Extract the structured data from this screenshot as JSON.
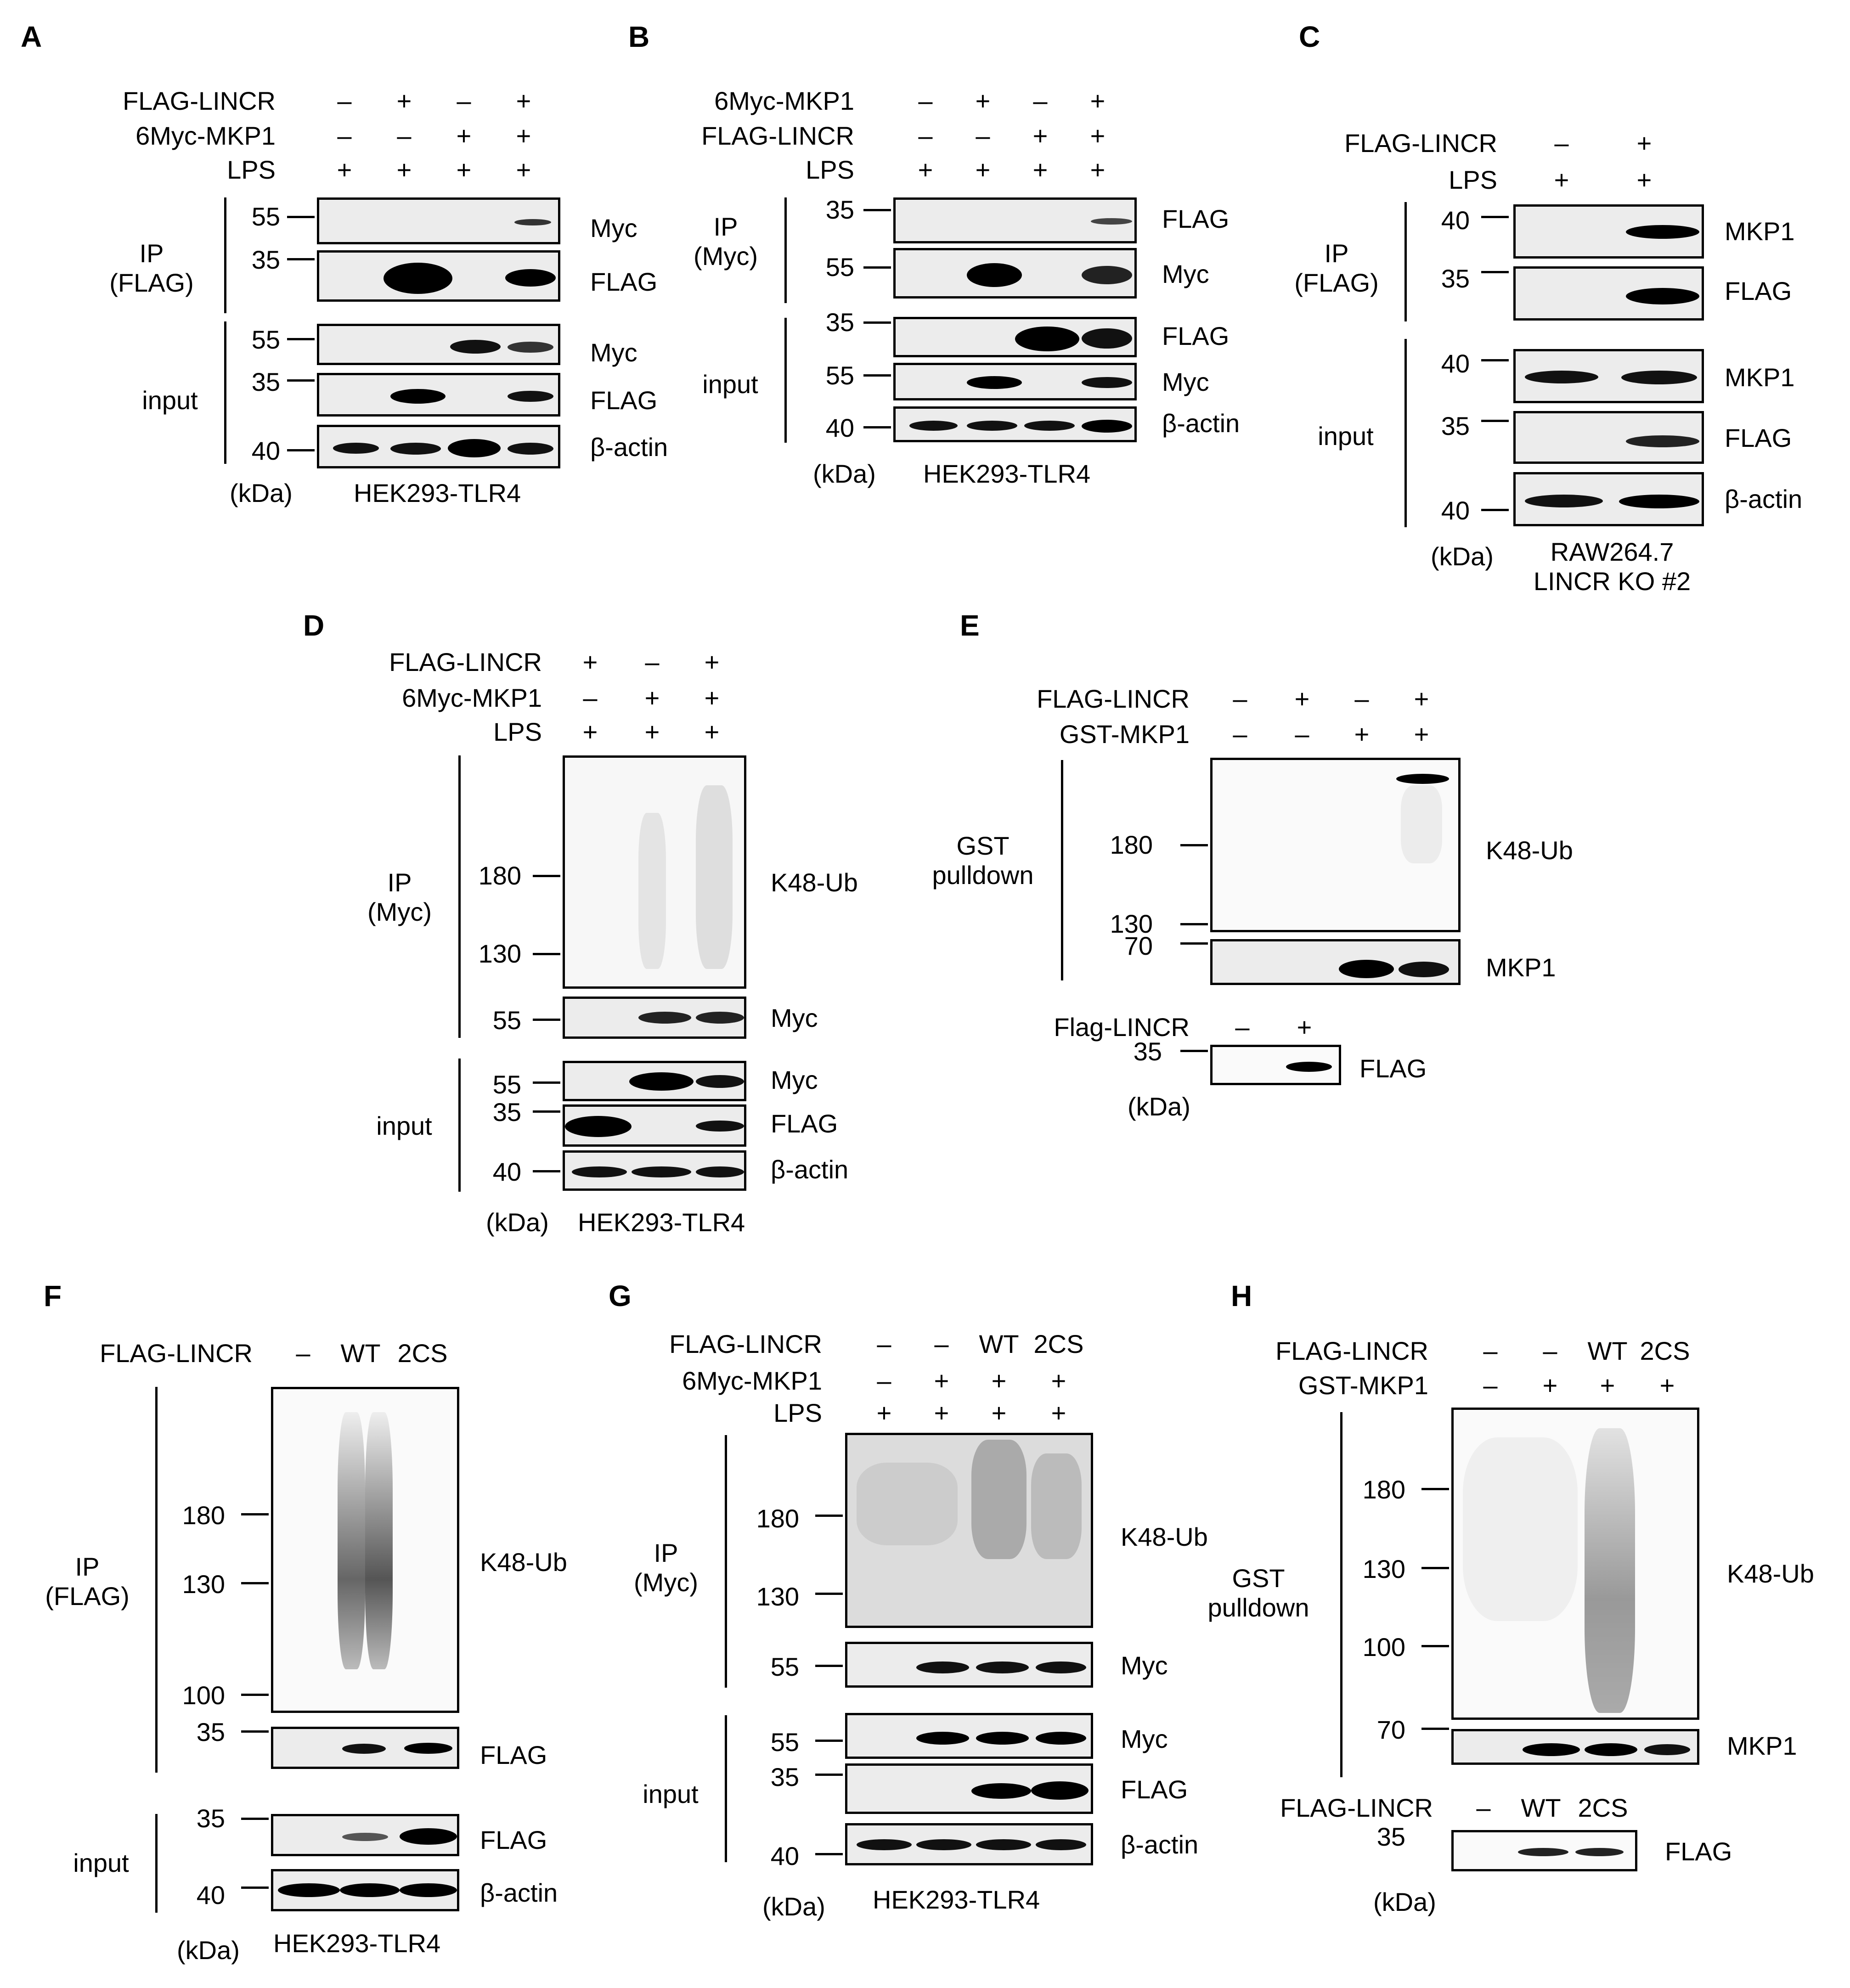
{
  "panels": {
    "A": {
      "letter": "A",
      "rows": [
        {
          "label": "FLAG-LINCR",
          "signs": [
            "–",
            "+",
            "–",
            "+"
          ]
        },
        {
          "label": "6Myc-MKP1",
          "signs": [
            "–",
            "–",
            "+",
            "+"
          ]
        },
        {
          "label": "LPS",
          "signs": [
            "+",
            "+",
            "+",
            "+"
          ]
        }
      ],
      "groups": [
        {
          "label": "IP\n(FLAG)"
        },
        {
          "label": "input"
        }
      ],
      "blots": [
        {
          "marker": "55",
          "antibody": "Myc"
        },
        {
          "marker": "35",
          "antibody": "FLAG"
        },
        {
          "marker": "55",
          "antibody": "Myc"
        },
        {
          "marker": "35",
          "antibody": "FLAG"
        },
        {
          "marker": "40",
          "antibody": "β-actin"
        }
      ],
      "unit": "(kDa)",
      "cell_line": "HEK293-TLR4"
    },
    "B": {
      "letter": "B",
      "rows": [
        {
          "label": "6Myc-MKP1",
          "signs": [
            "–",
            "+",
            "–",
            "+"
          ]
        },
        {
          "label": "FLAG-LINCR",
          "signs": [
            "–",
            "–",
            "+",
            "+"
          ]
        },
        {
          "label": "LPS",
          "signs": [
            "+",
            "+",
            "+",
            "+"
          ]
        }
      ],
      "groups": [
        {
          "label": "IP\n(Myc)"
        },
        {
          "label": "input"
        }
      ],
      "blots": [
        {
          "marker": "35",
          "antibody": "FLAG"
        },
        {
          "marker": "55",
          "antibody": "Myc"
        },
        {
          "marker": "35",
          "antibody": "FLAG"
        },
        {
          "marker": "55",
          "antibody": "Myc"
        },
        {
          "marker": "40",
          "antibody": "β-actin"
        }
      ],
      "unit": "(kDa)",
      "cell_line": "HEK293-TLR4"
    },
    "C": {
      "letter": "C",
      "rows": [
        {
          "label": "FLAG-LINCR",
          "signs": [
            "–",
            "+"
          ]
        },
        {
          "label": "LPS",
          "signs": [
            "+",
            "+"
          ]
        }
      ],
      "groups": [
        {
          "label": "IP\n(FLAG)"
        },
        {
          "label": "input"
        }
      ],
      "blots": [
        {
          "marker": "40",
          "antibody": "MKP1"
        },
        {
          "marker": "35",
          "antibody": "FLAG"
        },
        {
          "marker": "40",
          "antibody": "MKP1"
        },
        {
          "marker": "35",
          "antibody": "FLAG"
        },
        {
          "marker": "40",
          "antibody": "β-actin"
        }
      ],
      "unit": "(kDa)",
      "cell_line": "RAW264.7\nLINCR KO #2"
    },
    "D": {
      "letter": "D",
      "rows": [
        {
          "label": "FLAG-LINCR",
          "signs": [
            "+",
            "–",
            "+"
          ]
        },
        {
          "label": "6Myc-MKP1",
          "signs": [
            "–",
            "+",
            "+"
          ]
        },
        {
          "label": "LPS",
          "signs": [
            "+",
            "+",
            "+"
          ]
        }
      ],
      "groups": [
        {
          "label": "IP\n(Myc)"
        },
        {
          "label": "input"
        }
      ],
      "k48_markers": [
        "180",
        "130"
      ],
      "blots": [
        {
          "marker": "",
          "antibody": "K48-Ub"
        },
        {
          "marker": "55",
          "antibody": "Myc"
        },
        {
          "marker": "55",
          "antibody": "Myc"
        },
        {
          "marker": "35",
          "antibody": "FLAG"
        },
        {
          "marker": "40",
          "antibody": "β-actin"
        }
      ],
      "unit": "(kDa)",
      "cell_line": "HEK293-TLR4"
    },
    "E": {
      "letter": "E",
      "rows": [
        {
          "label": "FLAG-LINCR",
          "signs": [
            "–",
            "+",
            "–",
            "+"
          ]
        },
        {
          "label": "GST-MKP1",
          "signs": [
            "–",
            "–",
            "+",
            "+"
          ]
        }
      ],
      "groups": [
        {
          "label": "GST\npulldown"
        }
      ],
      "k48_markers": [
        "180",
        "130"
      ],
      "blots": [
        {
          "marker": "",
          "antibody": "K48-Ub"
        },
        {
          "marker": "70",
          "antibody": "MKP1"
        }
      ],
      "sub_row": {
        "label": "Flag-LINCR",
        "signs": [
          "–",
          "+"
        ]
      },
      "sub_blot": {
        "marker": "35",
        "antibody": "FLAG"
      },
      "unit": "(kDa)"
    },
    "F": {
      "letter": "F",
      "rows": [
        {
          "label": "FLAG-LINCR",
          "signs": [
            "–",
            "WT",
            "2CS"
          ]
        }
      ],
      "groups": [
        {
          "label": "IP\n(FLAG)"
        },
        {
          "label": "input"
        }
      ],
      "k48_markers": [
        "180",
        "130",
        "100"
      ],
      "blots": [
        {
          "marker": "",
          "antibody": "K48-Ub"
        },
        {
          "marker": "35",
          "antibody": "FLAG"
        },
        {
          "marker": "35",
          "antibody": "FLAG"
        },
        {
          "marker": "40",
          "antibody": "β-actin"
        }
      ],
      "unit": "(kDa)",
      "cell_line": "HEK293-TLR4"
    },
    "G": {
      "letter": "G",
      "rows": [
        {
          "label": "FLAG-LINCR",
          "signs": [
            "–",
            "–",
            "WT",
            "2CS"
          ]
        },
        {
          "label": "6Myc-MKP1",
          "signs": [
            "–",
            "+",
            "+",
            "+"
          ]
        },
        {
          "label": "LPS",
          "signs": [
            "+",
            "+",
            "+",
            "+"
          ]
        }
      ],
      "groups": [
        {
          "label": "IP\n(Myc)"
        },
        {
          "label": "input"
        }
      ],
      "k48_markers": [
        "180",
        "130"
      ],
      "blots": [
        {
          "marker": "",
          "antibody": "K48-Ub"
        },
        {
          "marker": "55",
          "antibody": "Myc"
        },
        {
          "marker": "55",
          "antibody": "Myc"
        },
        {
          "marker": "35",
          "antibody": "FLAG"
        },
        {
          "marker": "40",
          "antibody": "β-actin"
        }
      ],
      "unit": "(kDa)",
      "cell_line": "HEK293-TLR4"
    },
    "H": {
      "letter": "H",
      "rows": [
        {
          "label": "FLAG-LINCR",
          "signs": [
            "–",
            "–",
            "WT",
            "2CS"
          ]
        },
        {
          "label": "GST-MKP1",
          "signs": [
            "–",
            "+",
            "+",
            "+"
          ]
        }
      ],
      "groups": [
        {
          "label": "GST\npulldown"
        }
      ],
      "k48_markers": [
        "180",
        "130",
        "100"
      ],
      "blots": [
        {
          "marker": "",
          "antibody": "K48-Ub"
        },
        {
          "marker": "70",
          "antibody": "MKP1"
        }
      ],
      "sub_row": {
        "label": "FLAG-LINCR",
        "signs": [
          "–",
          "WT",
          "2CS"
        ]
      },
      "sub_blot": {
        "marker": "35",
        "antibody": "FLAG"
      },
      "unit": "(kDa)"
    }
  }
}
